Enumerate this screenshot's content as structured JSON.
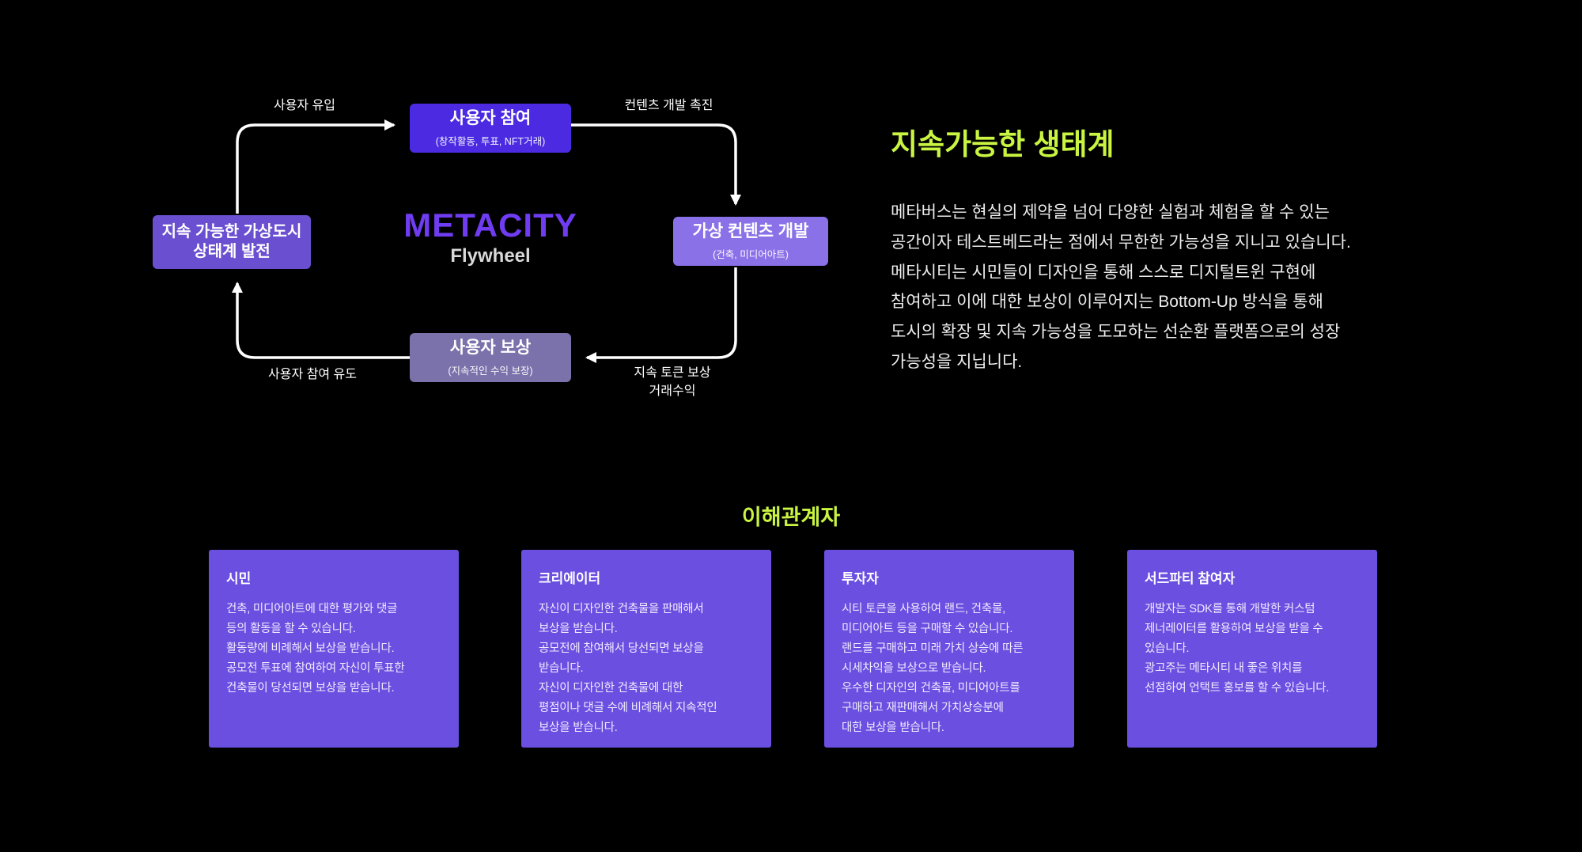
{
  "flywheel": {
    "brand": "METACITY",
    "brand_sub": "Flywheel",
    "nodes": {
      "top": {
        "title": "사용자 참여",
        "subtitle": "(창작활동, 투표, NFT거래)"
      },
      "right": {
        "title": "가상 컨텐츠 개발",
        "subtitle": "(건축, 미디어아트)"
      },
      "bottom": {
        "title": "사용자 보상",
        "subtitle": "(지속적인 수익 보장)"
      },
      "left": {
        "title": "지속 가능한 가상도시\n상태계 발전"
      }
    },
    "labels": {
      "top_left": "사용자 유입",
      "top_right": "컨텐츠 개발 촉진",
      "bottom_right": "지속 토큰 보상\n거래수익",
      "bottom_left": "사용자 참여 유도"
    }
  },
  "ecosystem": {
    "title": "지속가능한 생태계",
    "body": "메타버스는 현실의 제약을 넘어 다양한 실험과 체험을 할 수 있는\n공간이자 테스트베드라는 점에서 무한한 가능성을 지니고 있습니다.\n메타시티는 시민들이 디자인을 통해 스스로 디지털트윈 구현에\n참여하고 이에 대한 보상이 이루어지는 Bottom-Up 방식을 통해\n도시의 확장 및 지속 가능성을 도모하는 선순환 플랫폼으로의 성장\n가능성을 지닙니다."
  },
  "stakeholders": {
    "title": "이해관계자",
    "cards": [
      {
        "title": "시민",
        "body": "건축, 미디어아트에 대한 평가와 댓글\n등의 활동을 할 수 있습니다.\n활동량에 비례해서 보상을 받습니다.\n공모전 투표에 참여하여 자신이 투표한\n건축물이 당선되면 보상을 받습니다."
      },
      {
        "title": "크리에이터",
        "body": "자신이 디자인한 건축물을 판매해서\n보상을 받습니다.\n공모전에 참여해서 당선되면 보상을\n받습니다.\n자신이 디자인한 건축물에 대한\n평점이나 댓글 수에 비례해서 지속적인\n보상을 받습니다."
      },
      {
        "title": "투자자",
        "body": "시티 토큰을 사용하여 랜드, 건축물,\n미디어아트 등을 구매할 수 있습니다.\n랜드를 구매하고 미래 가치 상승에 따른\n시세차익을 보상으로 받습니다.\n우수한 디자인의 건축물, 미디어아트를\n구매하고 재판매해서 가치상승분에\n대한 보상을 받습니다."
      },
      {
        "title": "서드파티 참여자",
        "body": "개발자는 SDK를 통해 개발한 커스텀\n제너레이터를 활용하여 보상을 받을 수\n있습니다.\n광고주는 메타시티 내 좋은 위치를\n선점하여 언택트 홍보를 할 수 있습니다."
      }
    ]
  },
  "colors": {
    "background": "#000000",
    "accent_green": "#c9f542",
    "node_top": "#4b2ae2",
    "node_right": "#8a71e8",
    "node_bottom": "#7b71ab",
    "node_left": "#6a4fd0",
    "card_purple": "#6b4fe0",
    "brand_purple": "#6f3cf2",
    "arrow_white": "#ffffff"
  }
}
